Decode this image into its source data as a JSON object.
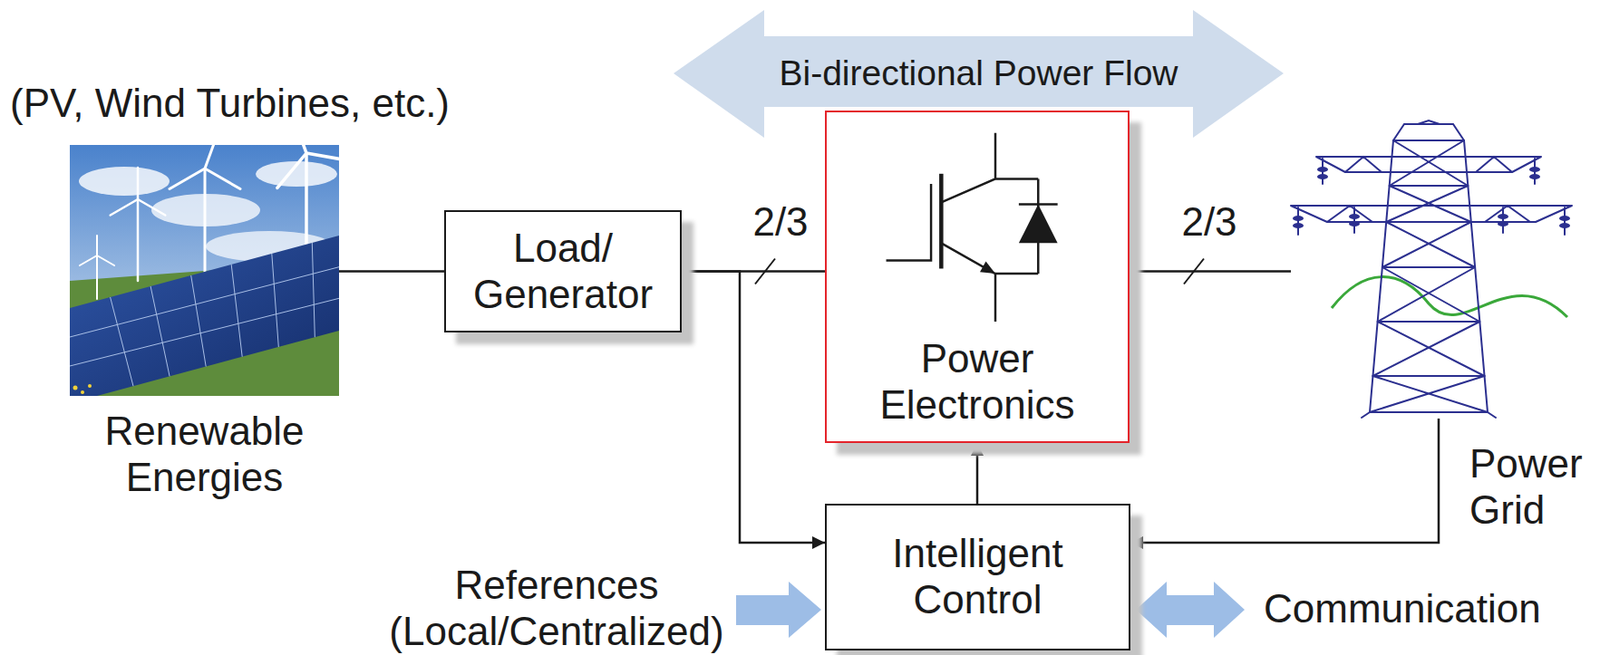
{
  "diagram": {
    "nodes": [
      {
        "text": [
          "(PV, Wind Turbines, etc.)",
          "Renewable Energies"
        ]
      },
      {
        "text": [
          "Bi-directional Power Flow"
        ]
      },
      {
        "text": [
          "Load/ Generator"
        ]
      },
      {
        "text": [
          "Power Electronics"
        ]
      },
      {
        "text": [
          "Power Grid"
        ]
      },
      {
        "text": [
          "Intelligent Control"
        ]
      }
    ],
    "edges": [
      {
        "from": 0,
        "to": 2,
        "arrow": "none"
      },
      {
        "from": 2,
        "to": 3,
        "label": "2/3",
        "arrow": "none"
      },
      {
        "from": 3,
        "to": 4,
        "label": "2/3",
        "arrow": "none"
      },
      {
        "from": 2,
        "to": 5,
        "arrow": "to"
      },
      {
        "from": 4,
        "to": 5,
        "arrow": "to"
      },
      {
        "from": 5,
        "to": 3,
        "arrow": "to"
      }
    ],
    "labels": [
      "References (Local/Centralized)",
      "Communication"
    ]
  }
}
